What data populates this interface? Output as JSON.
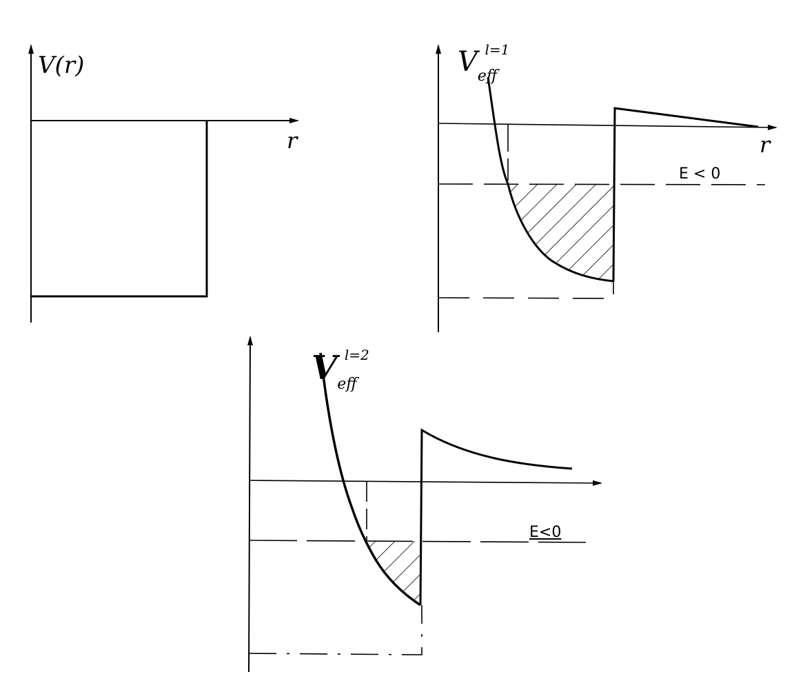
{
  "panels": [
    {
      "id": "square-well",
      "ylabel": "V(r)",
      "xlabel": "r"
    },
    {
      "id": "effective-l1",
      "ylabel_main": "V",
      "ylabel_sub": "eff",
      "ylabel_sup": "l=1",
      "xlabel": "r",
      "energy_label": "E < 0"
    },
    {
      "id": "effective-l2",
      "ylabel_main": "V",
      "ylabel_sub": "eff",
      "ylabel_sup": "l=2",
      "energy_label": "E<0"
    }
  ]
}
